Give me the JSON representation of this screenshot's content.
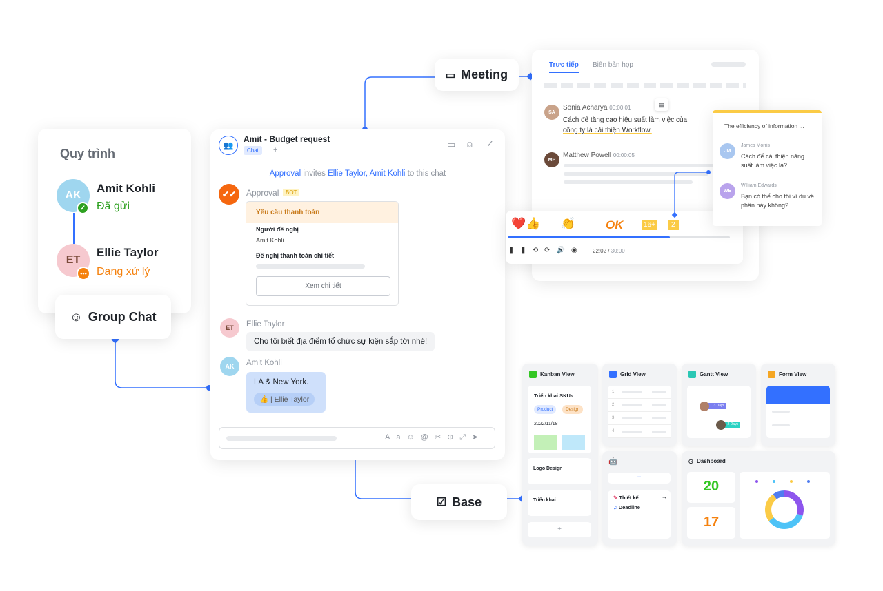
{
  "workflow": {
    "title": "Quy trình",
    "steps": [
      {
        "name": "Amit Kohli",
        "status": "Đã gửi",
        "status_color": "#2ea121"
      },
      {
        "name": "Ellie Taylor",
        "status": "Đang xử lý",
        "status_color": "#f5820f"
      }
    ]
  },
  "labels": {
    "group_chat": "Group Chat",
    "meeting": "Meeting",
    "base": "Base"
  },
  "chat": {
    "title": "Amit - Budget request",
    "tag": "Chat",
    "add": "+",
    "system": {
      "actor": "Approval",
      "verb": " invites ",
      "targets": "Ellie Taylor, Amit Kohli",
      "suffix": " to this chat"
    },
    "bot": {
      "name": "Approval",
      "badge": "BOT",
      "card_title": "Yêu cầu thanh toán",
      "field1_label": "Người đề nghị",
      "field1_value": "Amit Kohli",
      "field2_label": "Đề nghị thanh toán chi tiết",
      "button": "Xem chi tiết"
    },
    "messages": [
      {
        "sender": "Ellie Taylor",
        "text": "Cho tôi biết địa điểm tổ chức sự kiện sắp tới nhé!"
      },
      {
        "sender": "Amit Kohli",
        "text": "LA & New York.",
        "reaction_user": "Ellie Taylor"
      }
    ]
  },
  "meeting": {
    "tabs": [
      "Trực tiếp",
      "Biên bản họp"
    ],
    "active_tab": 0,
    "transcript": [
      {
        "speaker": "Sonia Acharya",
        "time": "00:00:01",
        "text": "Cách để tăng cao hiệu suất làm việc của công ty là cải thiện Workflow."
      },
      {
        "speaker": "Matthew Powell",
        "time": "00:00:05"
      }
    ],
    "reactions": [
      "OK",
      "16+",
      "2"
    ],
    "player": {
      "time": "22:02",
      "duration": "30:00",
      "progress": 0.73
    }
  },
  "comments": {
    "quote": "The efficiency of information ...",
    "items": [
      {
        "author": "James Morris",
        "text": "Cách để cải thiện năng suất làm việc là?"
      },
      {
        "author": "William Edwards",
        "text": "Bạn có thể cho tôi ví dụ về phần này không?"
      }
    ]
  },
  "base": {
    "kanban": {
      "title": "Kanban View",
      "card_title": "Triển khai SKUs",
      "tags": [
        "Product",
        "Design"
      ],
      "date": "2022/11/18",
      "cards": [
        "Logo Design",
        "Triển khai"
      ],
      "add": "+"
    },
    "grid": {
      "title": "Grid View",
      "rows": [
        "1",
        "2",
        "3",
        "4"
      ]
    },
    "gantt": {
      "title": "Gantt View",
      "bars": [
        "3 Days",
        "2 Days"
      ]
    },
    "form": {
      "title": "Form View"
    },
    "automation": {
      "add": "+",
      "items": [
        "Thiết kế",
        "Deadline"
      ]
    },
    "dashboard": {
      "title": "Dashboard",
      "values": [
        "20",
        "17"
      ],
      "donut": [
        30,
        35,
        25,
        10
      ],
      "donut_colors": [
        "#8d55ed",
        "#4ec3f7",
        "#fbcb46",
        "#4f7cf0"
      ]
    }
  }
}
